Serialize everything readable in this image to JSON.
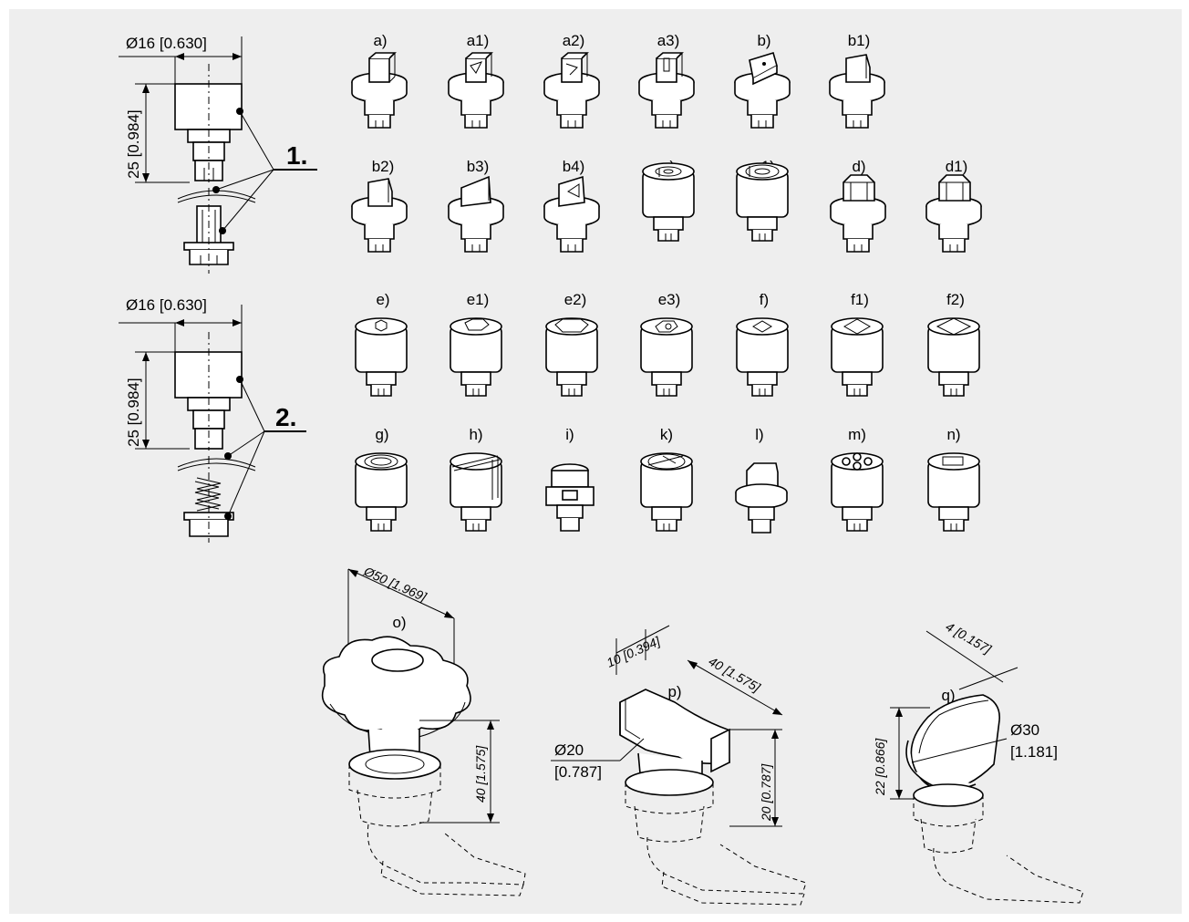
{
  "figure": {
    "variant_labels": [
      "a)",
      "a1)",
      "a2)",
      "a3)",
      "b)",
      "b1)",
      "b2)",
      "b3)",
      "b4)",
      "c)",
      "c1)",
      "d)",
      "d1)",
      "e)",
      "e1)",
      "e2)",
      "e3)",
      "f)",
      "f1)",
      "f2)",
      "g)",
      "h)",
      "i)",
      "k)",
      "l)",
      "m)",
      "n)",
      "o)",
      "p)",
      "q)"
    ],
    "callouts": {
      "one": "1.",
      "two": "2."
    },
    "dimensions": {
      "diameter_16_top": "Ø16 [0.630]",
      "length_25_top": "25 [0.984]",
      "diameter_16_bottom": "Ø16 [0.630]",
      "length_25_bottom": "25 [0.984]",
      "o_diameter": "Ø50 [1.969]",
      "o_height": "40 [1.575]",
      "p_width": "10 [0.394]",
      "p_length": "40 [1.575]",
      "p_diameter_a": "Ø20",
      "p_diameter_b": "[0.787]",
      "p_height": "20 [0.787]",
      "q_width": "4 [0.157]",
      "q_diameter_a": "Ø30",
      "q_diameter_b": "[1.181]",
      "q_height": "22 [0.866]"
    }
  }
}
